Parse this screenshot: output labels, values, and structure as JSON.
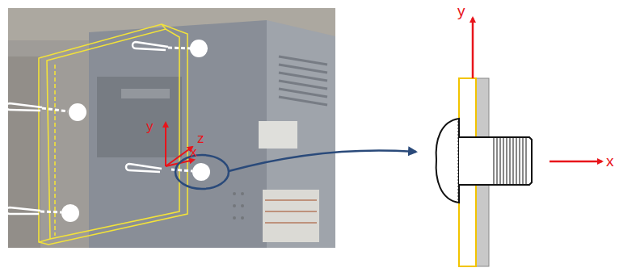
{
  "diagram": {
    "labels": [
      "y",
      "z",
      "x",
      "y",
      "x"
    ]
  }
}
